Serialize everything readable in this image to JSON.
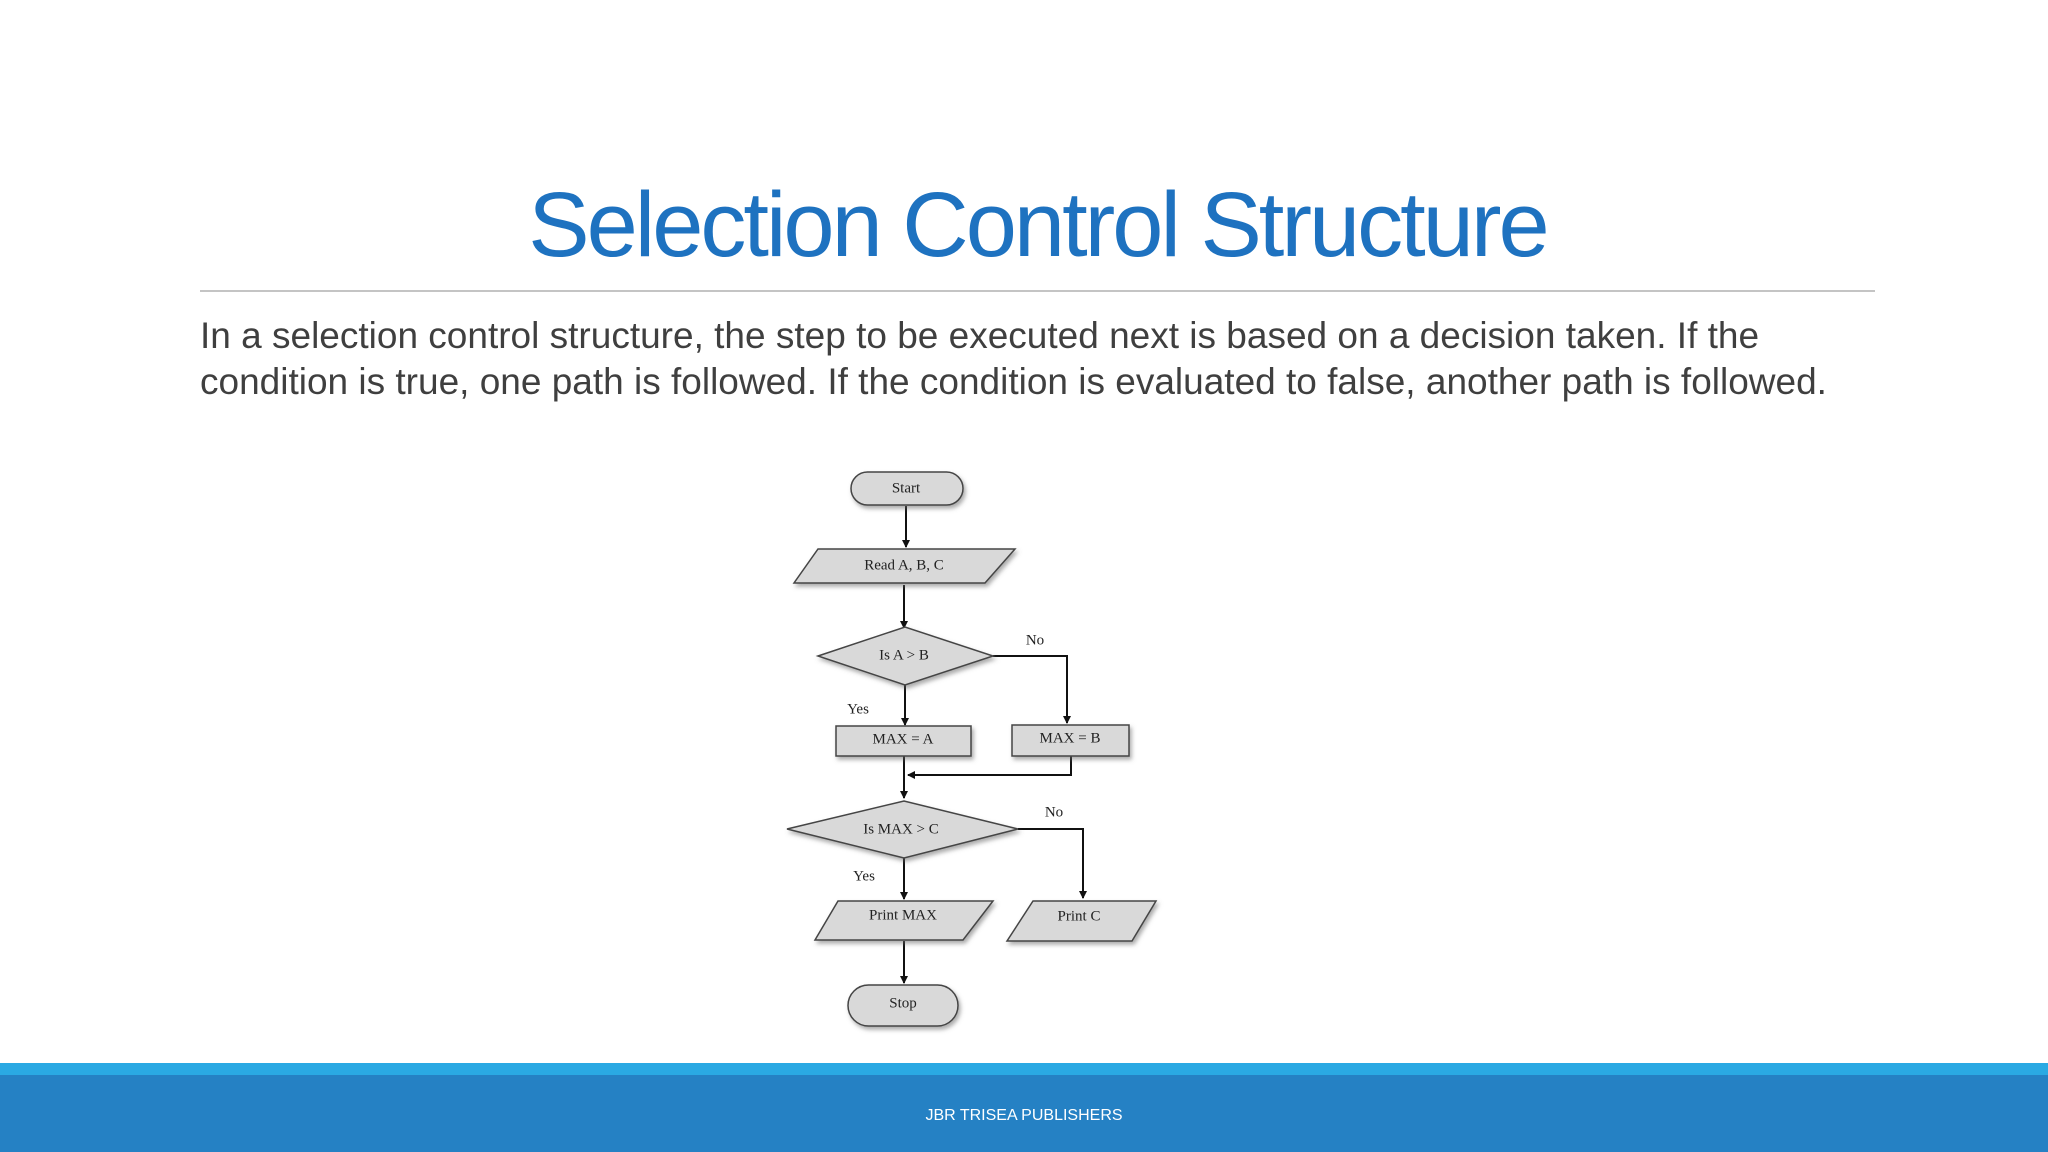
{
  "slide": {
    "title": "Selection Control Structure",
    "body": "In a selection control structure, the step to be executed next is based on a decision taken. If the condition is true, one path is followed. If the condition is evaluated to false, another path is followed.",
    "footer": "JBR TRISEA PUBLISHERS"
  },
  "flowchart": {
    "start": "Start",
    "read": "Read A, B, C",
    "decision1": "Is A > B",
    "decision1_yes": "Yes",
    "decision1_no": "No",
    "assign_a": "MAX = A",
    "assign_b": "MAX = B",
    "decision2": "Is MAX > C",
    "decision2_yes": "Yes",
    "decision2_no": "No",
    "print_max": "Print MAX",
    "print_c": "Print C",
    "stop": "Stop"
  },
  "colors": {
    "title": "#1e72c0",
    "body_text": "#3f3f3f",
    "shape_fill": "#d9d9d9",
    "footer_bar": "#2581c4",
    "footer_stripe": "#2aa9e3"
  }
}
